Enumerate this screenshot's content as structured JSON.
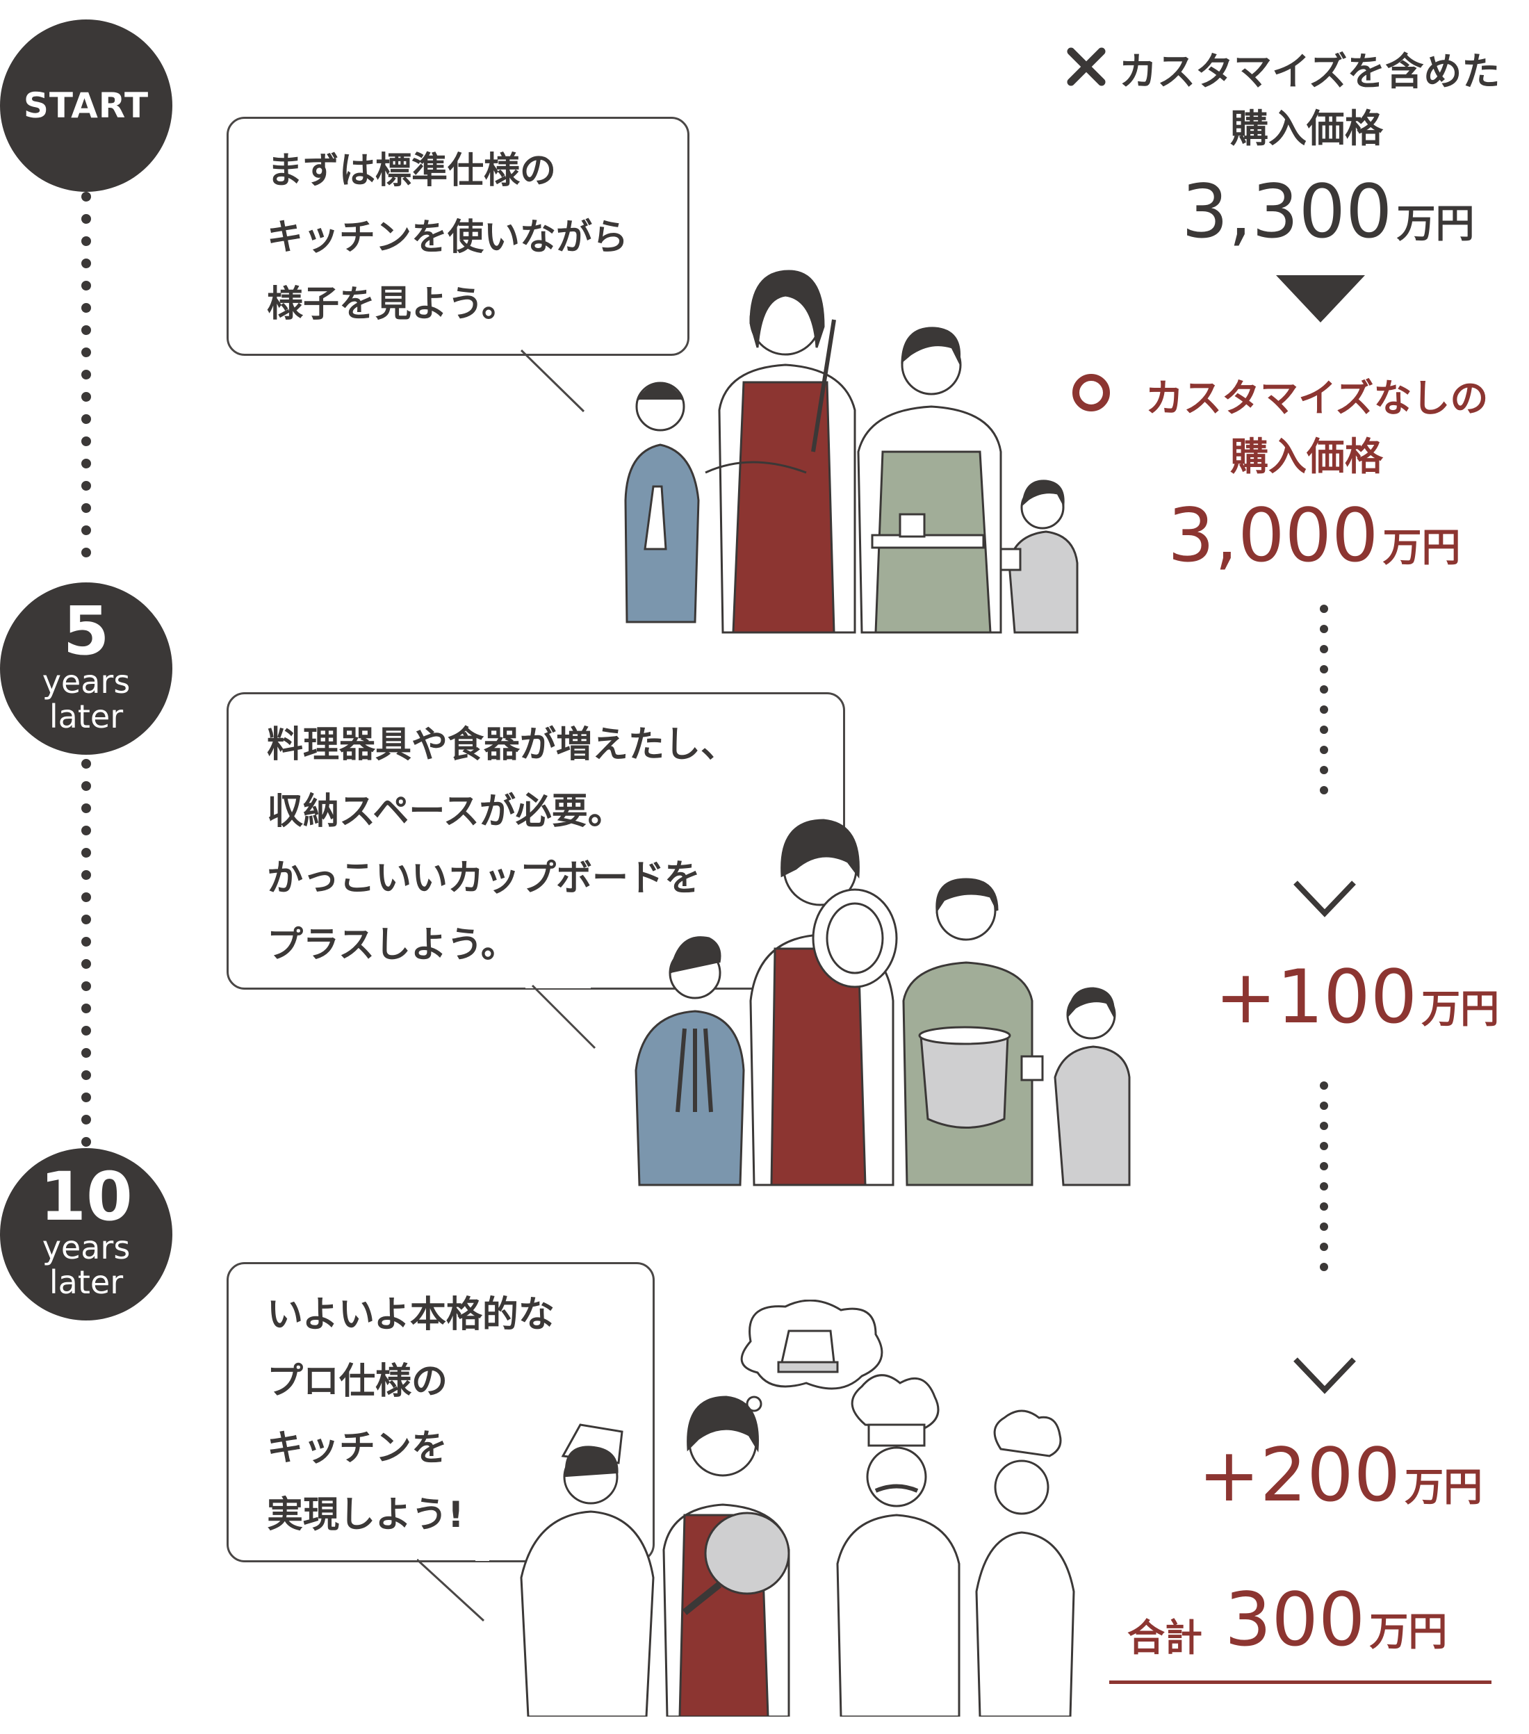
{
  "timeline": {
    "start_label": "START",
    "step2": {
      "number": "5",
      "line1": "years",
      "line2": "later"
    },
    "step3": {
      "number": "10",
      "line1": "years",
      "line2": "later"
    }
  },
  "bubbles": [
    {
      "text": "まずは標準仕様の\nキッチンを使いながら\n様子を見よう。"
    },
    {
      "text": "料理器具や食器が増えたし、\n収納スペースが必要。\nかっこいいカップボードを\nプラスしよう。"
    },
    {
      "text": "いよいよ本格的な\nプロ仕様の\nキッチンを\n実現しよう!"
    }
  ],
  "prices": {
    "with_custom": {
      "mark": "✕",
      "line1": "カスタマイズを含めた",
      "line2": "購入価格",
      "amount": "3,300",
      "unit": "万円"
    },
    "without_custom": {
      "mark": "○",
      "line1": "カスタマイズなしの",
      "line2": "購入価格",
      "amount": "3,000",
      "unit": "万円"
    },
    "add1": {
      "amount": "+100",
      "unit": "万円"
    },
    "add2": {
      "amount": "+200",
      "unit": "万円"
    },
    "total": {
      "label": "合計",
      "amount": "300",
      "unit": "万円"
    }
  },
  "illustrations": {
    "scene1": "family-cooking-icon",
    "scene2": "family-dishes-icon",
    "scene3": "chefs-pro-kitchen-icon"
  },
  "colors": {
    "dark": "#3b3837",
    "accent_red": "#8c3531",
    "blue": "#7b96ad",
    "green": "#a1ad98",
    "gray": "#cfcfd0"
  }
}
